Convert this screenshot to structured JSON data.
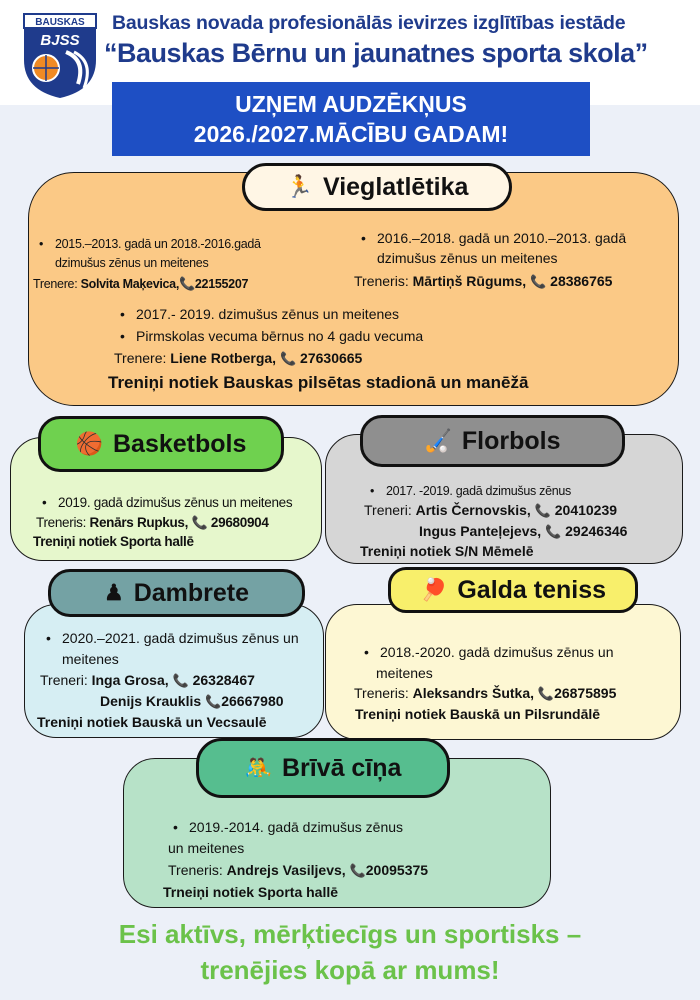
{
  "header": {
    "logo_text": "BAUSKAS",
    "logo_initials": "BJSS",
    "line1": "Bauskas novada profesionālās ievirzes izglītības iestāde",
    "line2": "“Bauskas Bērnu un jaunatnes sporta skola”",
    "banner_line1": "UZŅEM AUDZĒKŅUS",
    "banner_line2": "2026./2027.MĀCĪBU GADAM!"
  },
  "colors": {
    "header_text": "#1f3b8c",
    "banner": "#1e4fc4",
    "vieglatletika_bg": "#fbc986",
    "basketbols_bg": "#e6f7cc",
    "basketbols_title": "#6fd14f",
    "florbols_bg": "#d6d6d6",
    "florbols_title": "#8f8f8f",
    "dambrete_bg": "#d6eef3",
    "dambrete_title": "#74a2a4",
    "galda_bg": "#fdf7d3",
    "galda_title": "#f8ef6b",
    "briva_bg": "#b7e2c8",
    "briva_title": "#56be8f",
    "slogan": "#6bc24a"
  },
  "sections": {
    "vieglatletika": {
      "title": "Vieglatlētika",
      "icon": "runner-icon",
      "left_group": "2015.–2013. gadā un 2018.-2016.gadā",
      "left_group2": "dzimušus zēnus un meitenes",
      "left_trainer_label": "Trenere:",
      "left_trainer": "Solvita Maķevica,",
      "left_phone": "22155207",
      "right_group": "2016.–2018. gadā un 2010.–2013. gadā",
      "right_group2": "dzimušus zēnus un meitenes",
      "right_trainer_label": "Treneris:",
      "right_trainer": "Mārtiņš Rūgums,",
      "right_phone": "28386765",
      "mid_group": "2017.- 2019.  dzimušus zēnus un meitenes",
      "mid_group2": "Pirmskolas vecuma bērnus no 4 gadu vecuma",
      "mid_trainer_label": "Trenere:",
      "mid_trainer": "Liene Rotberga,",
      "mid_phone": "27630665",
      "location": "Treniņi notiek Bauskas pilsētas stadionā un manēžā"
    },
    "basketbols": {
      "title": "Basketbols",
      "icon": "basketball-icon",
      "group": "2019. gadā dzimušus zēnus  un meitenes",
      "trainer_label": "Treneris:",
      "trainer": "Renārs Rupkus,",
      "phone": "29680904",
      "location": "Treniņi notiek Sporta hallē"
    },
    "florbols": {
      "title": "Florbols",
      "icon": "floorball-stick-icon",
      "group": "2017. -2019. gadā dzimušus zēnus",
      "trainer_label": "Treneri:",
      "trainer1": "Artis Černovskis,",
      "phone1": "20410239",
      "trainer2": "Ingus Panteļejevs,",
      "phone2": "29246346",
      "location": "Treniņi notiek S/N Mēmelē"
    },
    "dambrete": {
      "title": "Dambrete",
      "icon": "chess-pawn-icon",
      "group": "2020.–2021. gadā dzimušus zēnus un",
      "group2": "meitenes",
      "trainer_label": "Treneri:",
      "trainer1": "Inga Grosa,",
      "phone1": "26328467",
      "trainer2": "Denijs Krauklis",
      "phone2": "26667980",
      "location": "Treniņi notiek Bauskā un Vecsaulē"
    },
    "galda_teniss": {
      "title": "Galda teniss",
      "icon": "ping-pong-icon",
      "group": "2018.-2020. gadā dzimušus zēnus un",
      "group2": "meitenes",
      "trainer_label": "Treneris:",
      "trainer": "Aleksandrs Šutka,",
      "phone": "26875895",
      "location": "Treniņi notiek Bauskā un Pilsrundālē"
    },
    "briva_cina": {
      "title": "Brīvā cīņa",
      "icon": "wrestling-icon",
      "group": "2019.-2014. gadā dzimušus zēnus",
      "group2": "un meitenes",
      "trainer_label": "Treneris:",
      "trainer": "Andrejs Vasiljevs,",
      "phone": "20095375",
      "location": "Trneiņi notiek Sporta hallē"
    }
  },
  "slogan": {
    "line1": "Esi aktīvs, mērķtiecīgs un sportisks –",
    "line2": "trenējies kopā ar mums!"
  }
}
